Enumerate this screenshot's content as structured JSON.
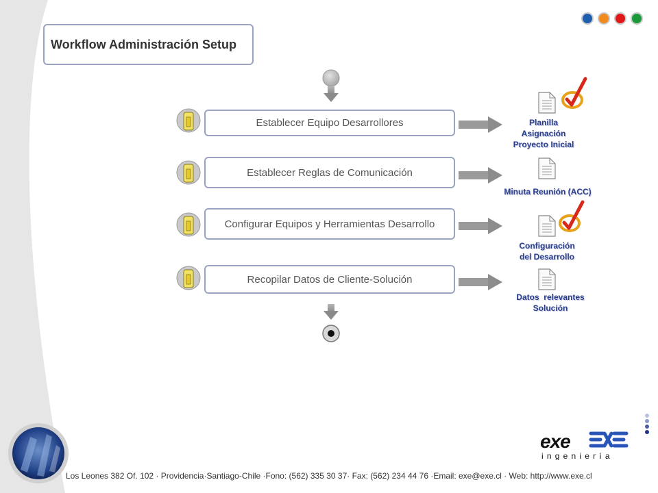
{
  "title": "Workflow Administración Setup",
  "steps": [
    {
      "label": "Establecer Equipo Desarrollores",
      "actor_icon": "person-icon"
    },
    {
      "label": "Establecer Reglas de Comunicación",
      "actor_icon": "person-icon"
    },
    {
      "label": "Configurar Equipos y Herramientas Desarrollo",
      "actor_icon": "person-icon"
    },
    {
      "label": "Recopilar Datos de Cliente-Solución",
      "actor_icon": "person-icon"
    }
  ],
  "outputs": [
    {
      "lines": [
        "Planilla",
        "Asignación",
        "Proyecto Inicial"
      ],
      "icons": [
        "document-icon",
        "approved-check-icon"
      ]
    },
    {
      "lines": [
        "Minuta Reunión (ACC)"
      ],
      "icons": [
        "document-icon"
      ]
    },
    {
      "lines": [
        "Configuración",
        "del Desarrollo"
      ],
      "icons": [
        "document-icon",
        "approved-check-icon"
      ]
    },
    {
      "lines": [
        "Datos  relevantes",
        "Solución"
      ],
      "icons": [
        "document-icon"
      ]
    }
  ],
  "nav_dots": [
    "#1f5fb0",
    "#f08a1c",
    "#e01818",
    "#1a9a3a"
  ],
  "footer": "Los Leones 382 Of. 102 · Providencia·Santiago-Chile ·Fono: (562) 335 30 37· Fax: (562) 234 44 76 ·Email: exe@exe.cl · Web: http://www.exe.cl",
  "logo": {
    "word": "exe",
    "sub": "ingeniería"
  }
}
